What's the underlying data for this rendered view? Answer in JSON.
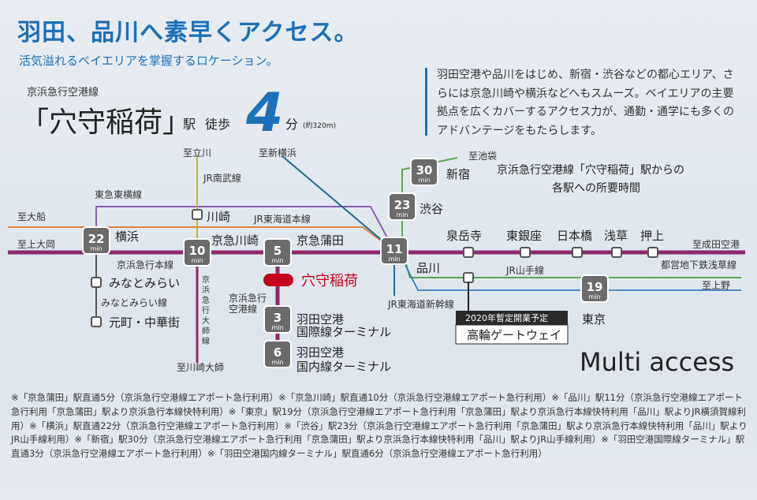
{
  "header": {
    "headline": "羽田、品川へ素早くアクセス。",
    "subhead": "活気溢れるベイエリアを掌握するロケーション。",
    "line_label": "京浜急行空港線",
    "station_name": "「穴守稲荷」",
    "eki_label": "駅",
    "walk_label": "徒歩",
    "walk_minutes": "4",
    "minute_unit": "分",
    "distance": "(約320m)"
  },
  "description": "羽田空港や品川をはじめ、新宿・渋谷などの都心エリア、さらには京急川崎や横浜などへもスムーズ。ベイエリアの主要拠点を広くカバーするアクセス力が、通勤・通学にも多くのアドバンテージをもたらします。",
  "map": {
    "caption_line1": "京浜急行空港線「穴守稲荷」駅からの",
    "caption_line2": "各駅への所要時間",
    "min_label": "min",
    "home_station": "穴守稲荷",
    "times": {
      "yokohama": "22",
      "kawasaki": "10",
      "kamata": "5",
      "shinagawa": "11",
      "shibuya": "23",
      "shinjuku": "30",
      "tokyo": "19",
      "haneda_intl": "3",
      "haneda_dom": "6"
    },
    "stations": {
      "yokohama": "横浜",
      "kawasaki": "京急川崎",
      "jr_kawasaki": "川崎",
      "kamata": "京急蒲田",
      "shinagawa": "品川",
      "shibuya": "渋谷",
      "shinjuku": "新宿",
      "tokyo": "東京",
      "sengakuji": "泉岳寺",
      "higashiginza": "東銀座",
      "nihonbashi": "日本橋",
      "asakusa": "浅草",
      "oshiage": "押上",
      "minatomirai": "みなとみらい",
      "motomachi": "元町・中華街",
      "haneda_intl_1": "羽田空港",
      "haneda_intl_2": "国際線ターミナル",
      "haneda_dom_1": "羽田空港",
      "haneda_dom_2": "国内線ターミナル",
      "takanawa": "高輪ゲートウェイ"
    },
    "lines": {
      "to_ofuna": "至大船",
      "to_kamiooka": "至上大岡",
      "to_tachikawa": "至立川",
      "nambu": "JR南武線",
      "toyoko": "東急東横線",
      "tokaido": "JR東海道本線",
      "keikyu_main": "京浜急行本線",
      "minatomirai_line": "みなとみらい線",
      "keikyu_daishi": "京浜急行大師線",
      "to_kawasakidaishi": "至川崎大師",
      "airport_line_1": "京浜急行",
      "airport_line_2": "空港線",
      "to_shinyokohama": "至新横浜",
      "to_ikebukuro": "至池袋",
      "to_narita": "至成田空港",
      "asakusa_line": "都営地下鉄浅草線",
      "yamanote": "JR山手線",
      "to_ueno": "至上野",
      "shinkansen": "JR東海道新幹線"
    },
    "opening_note": "2020年暫定開業予定"
  },
  "multi_access": "Multi access",
  "footnote": "※「京急蒲田」駅直通5分（京浜急行空港線エアポート急行利用）※「京急川崎」駅直通10分（京浜急行空港線エアポート急行利用）※「品川」駅11分（京浜急行空港線エアポート急行利用「京急蒲田」駅より京浜急行本線快特利用）※「東京」駅19分（京浜急行空港線エアポート急行利用「京急蒲田」駅より京浜急行本線快特利用「品川」駅よりJR横須賀線利用）※「横浜」駅直通22分（京浜急行空港線エアポート急行利用）※「渋谷」駅23分（京浜急行空港線エアポート急行利用「京急蒲田」駅より京浜急行本線快特利用「品川」駅よりJR山手線利用）※「新宿」駅30分（京浜急行空港線エアポート急行利用「京急蒲田」駅より京浜急行本線快特利用「品川」駅よりJR山手線利用）※「羽田空港国際線ターミナル」駅直通3分（京浜急行空港線エアポート急行利用）※「羽田空港国内線ターミナル」駅直通6分（京浜急行空港線エアポート急行利用）",
  "colors": {
    "keikyu": "#8b2a6b",
    "accent": "#1d6fb8",
    "badge": "#6b6b6b",
    "jr_green": "#5aa84a",
    "tokaido_orange": "#e0823a",
    "nambu_yellow": "#c9b52e",
    "toyoko_purple": "#8a5fb0",
    "shinkansen_blue": "#1f6e8c"
  }
}
